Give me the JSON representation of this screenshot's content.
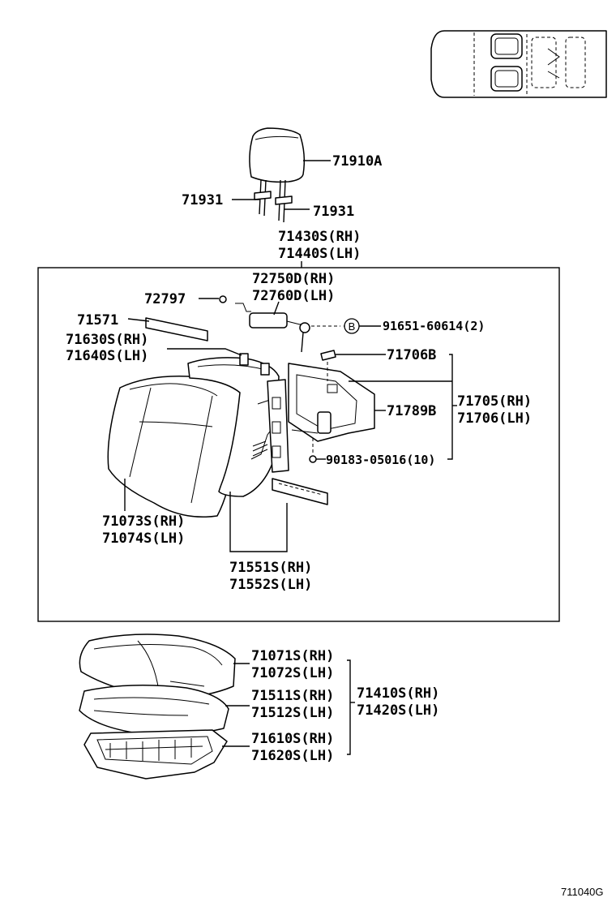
{
  "labels": {
    "headrest": "71910A",
    "support_left": "71931",
    "support_right": "71931",
    "back_assy_rh": "71430S(RH)",
    "back_assy_lh": "71440S(LH)",
    "lever_rh": "72750D(RH)",
    "lever_lh": "72760D(LH)",
    "clip_72797": "72797",
    "plate_71571": "71571",
    "frame_rh": "71630S(RH)",
    "frame_lh": "71640S(LH)",
    "bolt_ref_b": "B",
    "bolt_91651": "91651-60614(2)",
    "hog_ring_71706": "71706B",
    "board_rh": "71705(RH)",
    "board_lh": "71706(LH)",
    "part_71789": "71789B",
    "screw_90183": "90183-05016(10)",
    "cover_rh": "71073S(RH)",
    "cover_lh": "71074S(LH)",
    "pad_rh": "71551S(RH)",
    "pad_lh": "71552S(LH)",
    "cushion_cover_rh": "71071S(RH)",
    "cushion_cover_lh": "71072S(LH)",
    "cushion_assy_rh": "71410S(RH)",
    "cushion_assy_lh": "71420S(LH)",
    "cushion_pad_rh": "71511S(RH)",
    "cushion_pad_lh": "71512S(LH)",
    "cushion_frame_rh": "71610S(RH)",
    "cushion_frame_lh": "71620S(LH)",
    "figure_code": "711040G"
  }
}
